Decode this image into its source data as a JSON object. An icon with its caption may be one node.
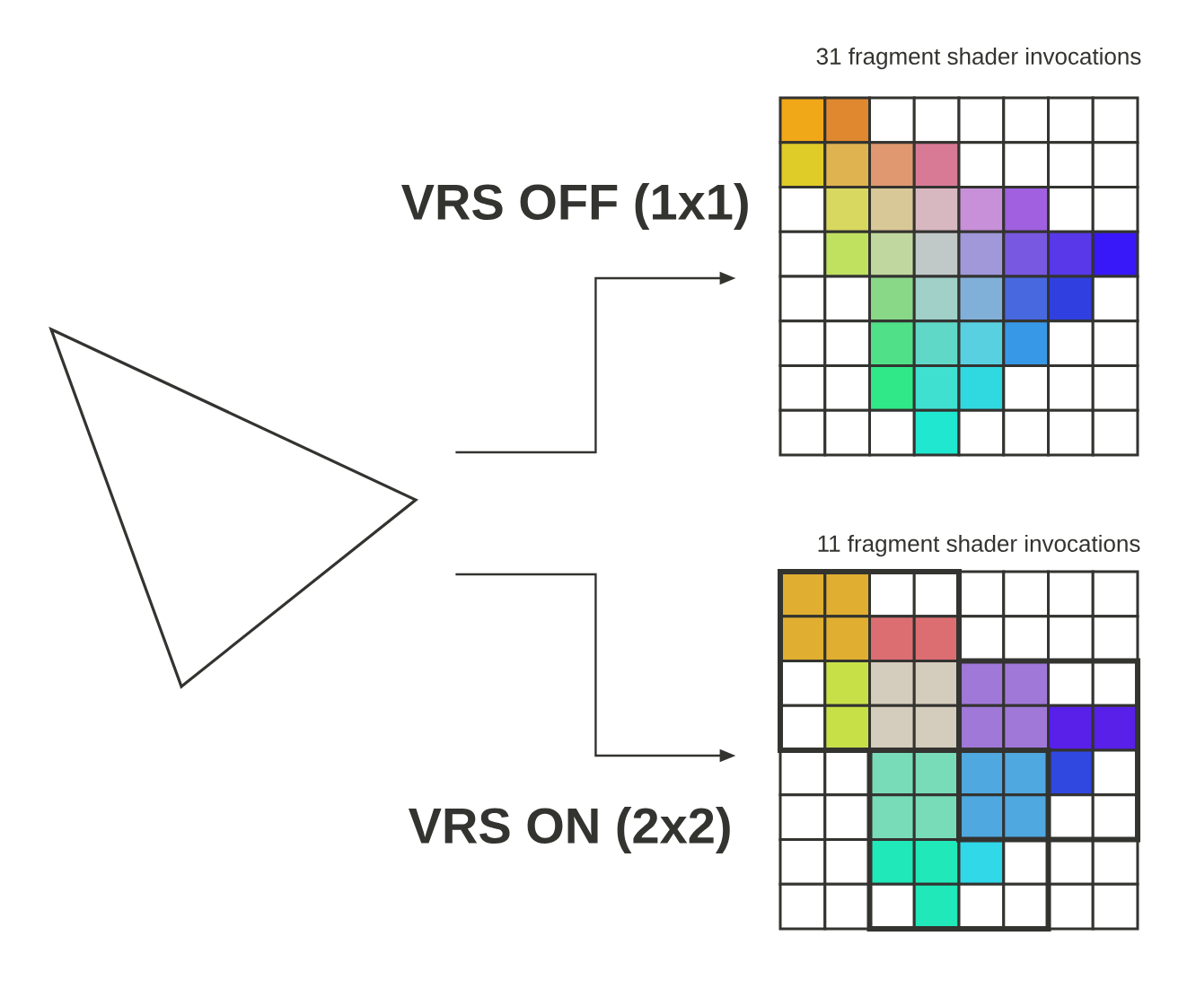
{
  "diagram": {
    "nodes": [
      {
        "text": [],
        "shape": "triangle"
      },
      {
        "text": [
          "31 fragment shader invocations"
        ]
      },
      {
        "text": [
          "11 fragment shader invocations"
        ]
      }
    ],
    "edges": [
      {
        "from": 0,
        "to": 1,
        "arrow": "to"
      },
      {
        "from": 0,
        "to": 2,
        "arrow": "to"
      }
    ],
    "labels": [
      "VRS OFF (1x1)",
      "VRS ON (2x2)"
    ]
  }
}
